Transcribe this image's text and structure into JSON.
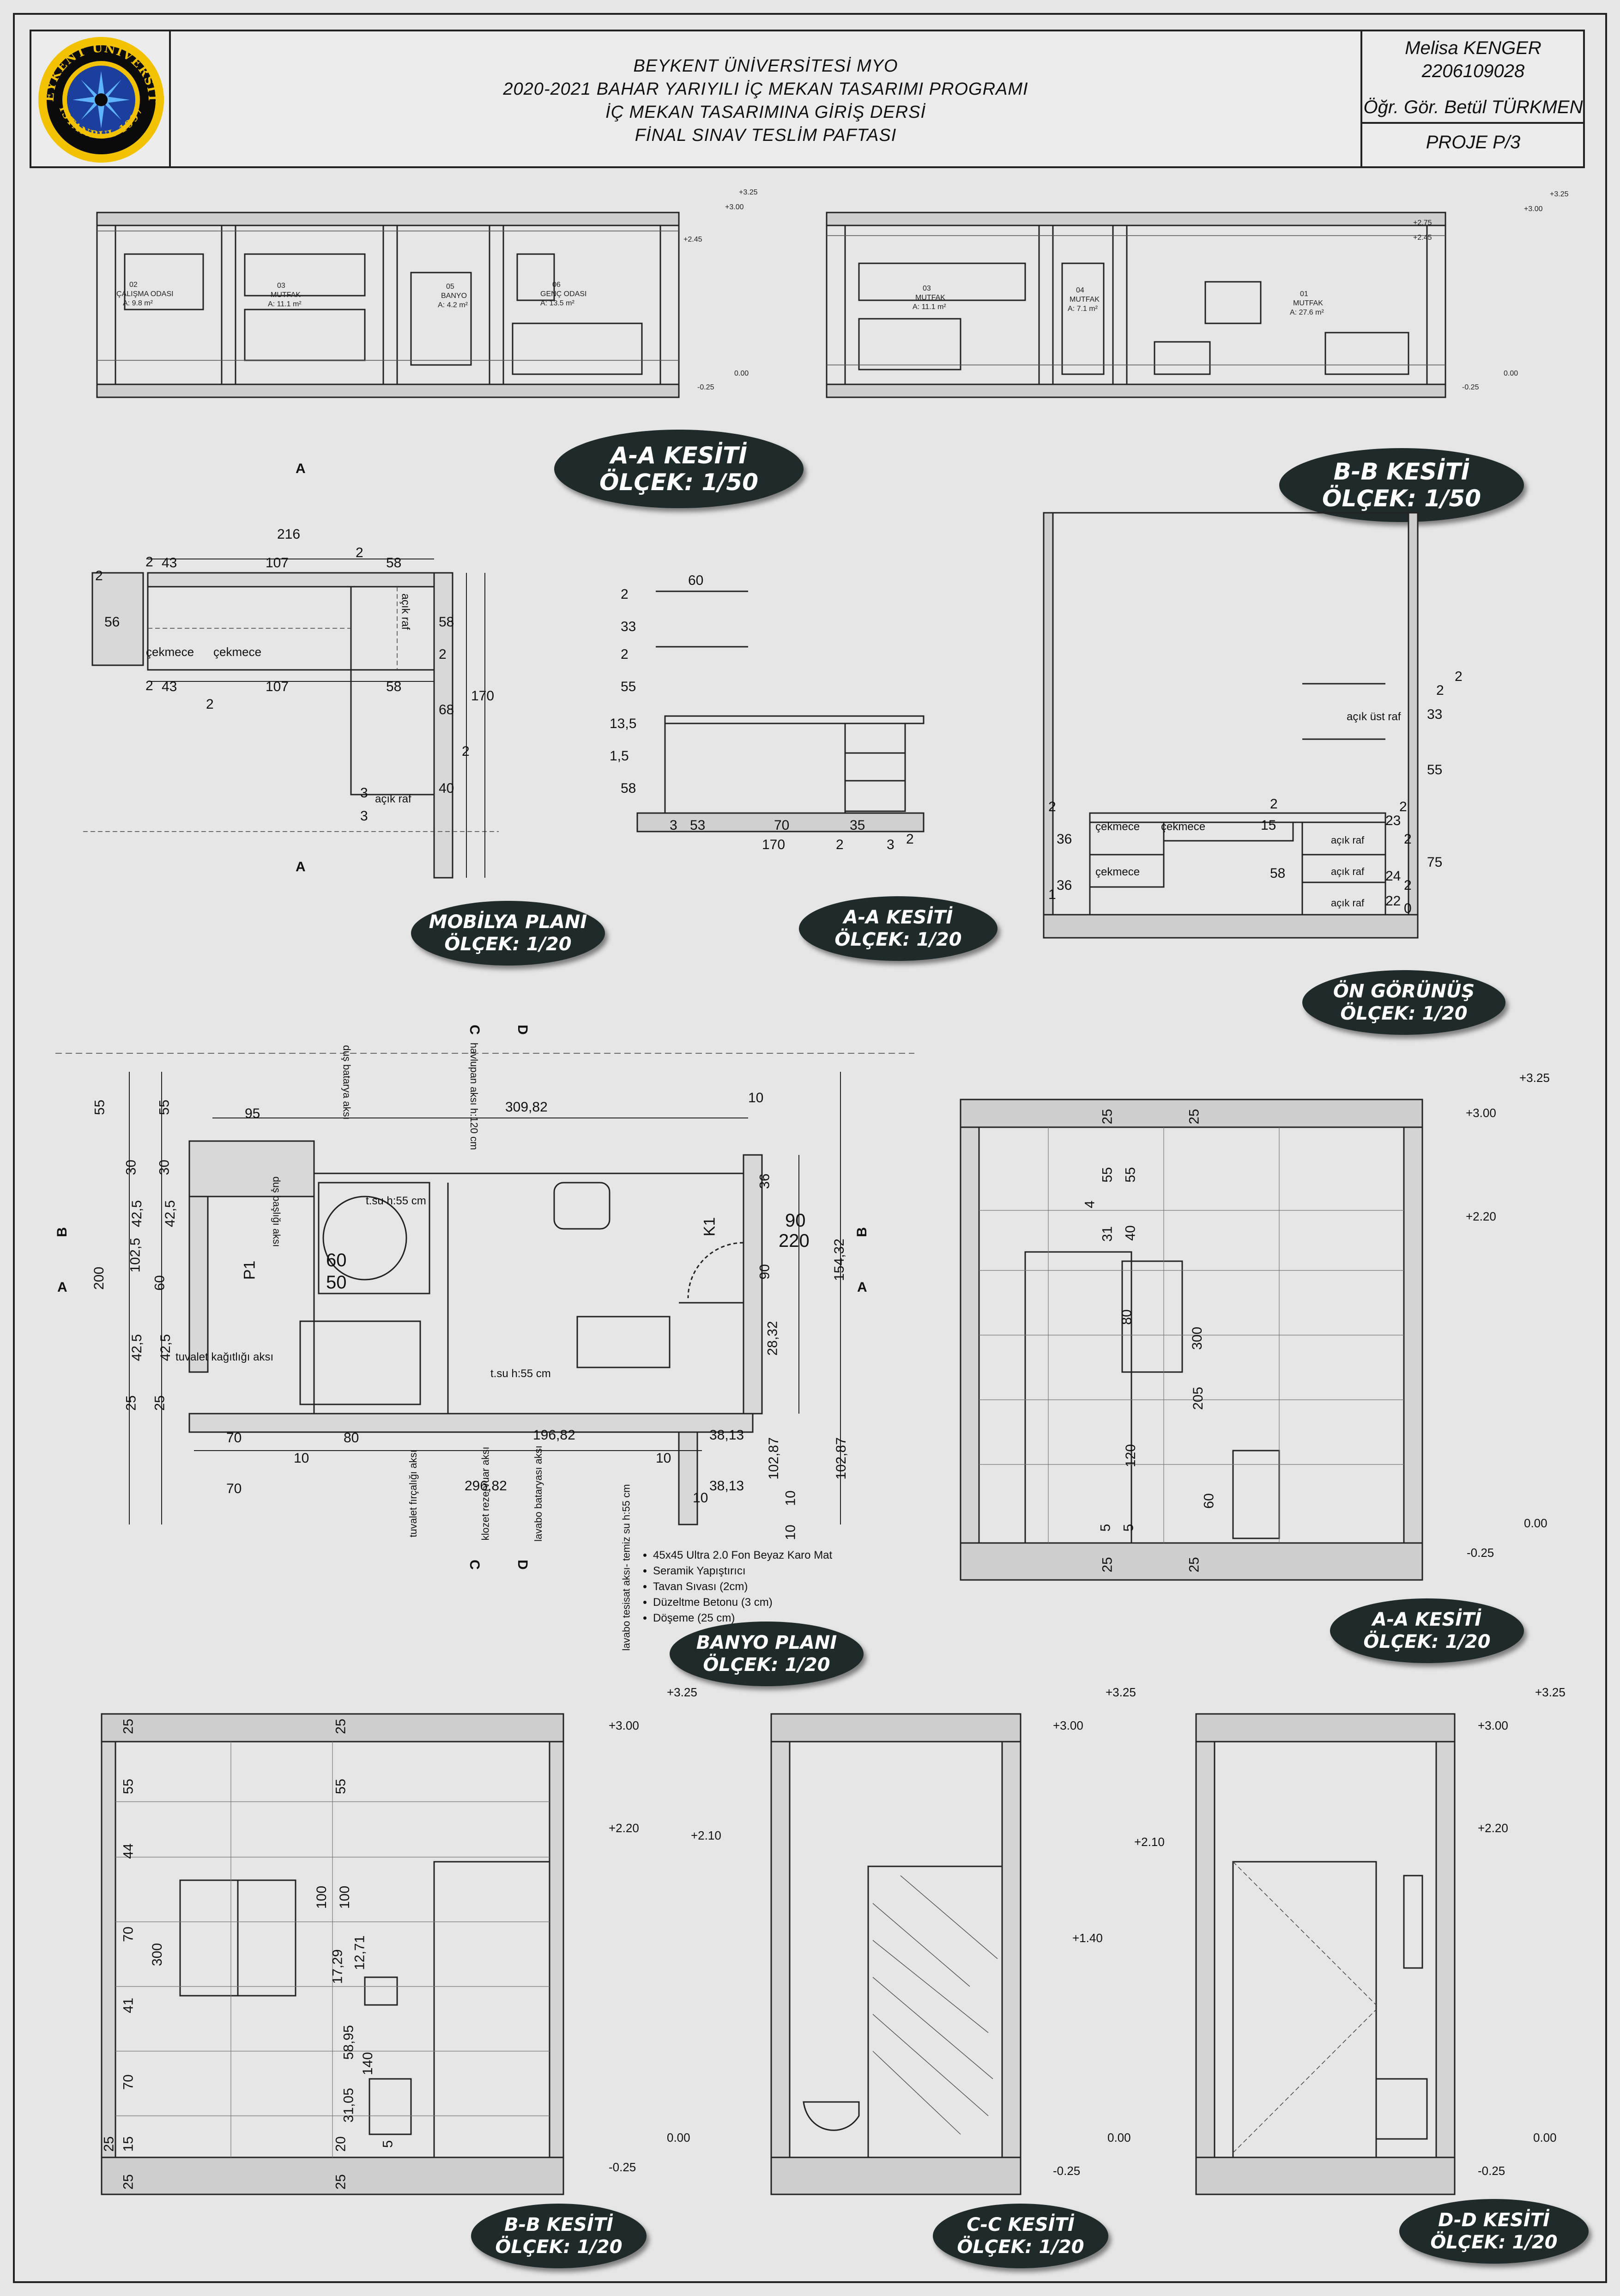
{
  "title_block": {
    "logo": {
      "ring_text": "BEYKENT UNIVERSITY",
      "ring_text_bottom": "ISTANBUL 1997"
    },
    "institution": "BEYKENT ÜNİVERSİTESİ MYO",
    "program": "2020-2021 BAHAR YARIYILI İÇ MEKAN TASARIMI PROGRAMI",
    "course": "İÇ MEKAN TASARIMINA GİRİŞ DERSİ",
    "sheet_type": "FİNAL SINAV TESLİM PAFTASI",
    "student_name": "Melisa KENGER",
    "student_no": "2206109028",
    "instructor": "Öğr. Gör. Betül TÜRKMEN",
    "project_sheet": "PROJE P/3"
  },
  "badges": {
    "aa_main": {
      "line1": "A-A KESİTİ",
      "line2": "ÖLÇEK: 1/50"
    },
    "bb_main": {
      "line1": "B-B KESİTİ",
      "line2": "ÖLÇEK: 1/50"
    },
    "mobilya_plan": {
      "line1": "MOBİLYA PLANI",
      "line2": "ÖLÇEK: 1/20"
    },
    "aa_mobilya": {
      "line1": "A-A KESİTİ",
      "line2": "ÖLÇEK: 1/20"
    },
    "on_gorunus": {
      "line1": "ÖN GÖRÜNÜŞ",
      "line2": "ÖLÇEK: 1/20"
    },
    "banyo_plan": {
      "line1": "BANYO PLANI",
      "line2": "ÖLÇEK: 1/20"
    },
    "aa_banyo": {
      "line1": "A-A KESİTİ",
      "line2": "ÖLÇEK: 1/20"
    },
    "bb_banyo": {
      "line1": "B-B KESİTİ",
      "line2": "ÖLÇEK: 1/20"
    },
    "cc_banyo": {
      "line1": "C-C KESİTİ",
      "line2": "ÖLÇEK: 1/20"
    },
    "dd_banyo": {
      "line1": "D-D KESİTİ",
      "line2": "ÖLÇEK: 1/20"
    }
  },
  "section_aa_small": {
    "levels": [
      "+3.25",
      "+3.00",
      "+2.45",
      "-0.25",
      "0.00"
    ],
    "rooms": [
      {
        "no": "02",
        "name": "ÇALIŞMA ODASI",
        "area": "A: 9.8 m²"
      },
      {
        "no": "03",
        "name": "MUTFAK",
        "area": "A: 11.1 m²"
      },
      {
        "no": "05",
        "name": "BANYO",
        "area": "A: 4.2 m²"
      },
      {
        "no": "06",
        "name": "GENÇ ODASI",
        "area": "A: 13.5 m²"
      }
    ]
  },
  "section_bb_small": {
    "levels": [
      "+3.25",
      "+3.00",
      "+2.75",
      "+2.45",
      "-0.25",
      "0.00"
    ],
    "rooms": [
      {
        "no": "03",
        "name": "MUTFAK",
        "area": "A: 11.1 m²"
      },
      {
        "no": "04",
        "name": "MUTFAK",
        "area": "A: 7.1 m²"
      },
      {
        "no": "01",
        "name": "MUTFAK",
        "area": "A: 27.6 m²"
      }
    ]
  },
  "mobilya_plan": {
    "dims": [
      "216",
      "2",
      "43",
      "107",
      "2",
      "58",
      "2",
      "56",
      "2",
      "43",
      "107",
      "58",
      "2",
      "58",
      "2",
      "68",
      "170",
      "2",
      "40",
      "3",
      "3"
    ],
    "labels": [
      "çekmece",
      "çekmece",
      "açık raf",
      "açık raf"
    ],
    "section_marks": [
      "A",
      "A"
    ]
  },
  "aa_mobilya": {
    "dims": [
      "60",
      "2",
      "33",
      "2",
      "55",
      "13,5",
      "1,5",
      "58",
      "3",
      "53",
      "70",
      "35",
      "170",
      "2",
      "3",
      "2"
    ]
  },
  "on_gorunus": {
    "dims": [
      "2",
      "2",
      "33",
      "55",
      "2",
      "36",
      "36",
      "1",
      "15",
      "2",
      "58",
      "23",
      "2",
      "2",
      "75",
      "24",
      "22",
      "0",
      "2"
    ],
    "labels": [
      "açık üst raf",
      "çekmece",
      "çekmece",
      "çekmece",
      "açık raf",
      "açık raf",
      "açık raf"
    ]
  },
  "banyo_plan": {
    "dims": [
      "95",
      "309,82",
      "10",
      "55",
      "55",
      "30",
      "30",
      "42,5",
      "42,5",
      "102,5",
      "200",
      "60",
      "60",
      "42,5",
      "42,5",
      "25",
      "25",
      "90",
      "220",
      "154,32",
      "28,32",
      "36",
      "90",
      "70",
      "80",
      "196,82",
      "38,13",
      "38,13",
      "102,87",
      "102,87",
      "10",
      "10",
      "10",
      "70",
      "296,82",
      "10",
      "10"
    ],
    "labels": [
      "tuvalet kağıtlığı aksı",
      "t.su h:55 cm",
      "t.su h:55 cm",
      "duş batarya aksı",
      "havlupan aksı h:120 cm",
      "duş başlığı aksı",
      "tuvalet fırçalığı aksı",
      "klozet rezervuar aksı",
      "lavabo bataryası aksı",
      "lavabo tesisat aksı- temiz su h:55 cm",
      "60",
      "50"
    ],
    "tags": [
      "P1",
      "K1"
    ],
    "section_marks": [
      "A",
      "A",
      "B",
      "B",
      "C",
      "C",
      "D",
      "D"
    ],
    "legend": [
      "45x45 Ultra 2.0 Fon Beyaz Karo Mat",
      "Seramik Yapıştırıcı",
      "Tavan Sıvası (2cm)",
      "Düzeltme Betonu (3 cm)",
      "Döşeme (25 cm)"
    ]
  },
  "aa_banyo": {
    "levels": [
      "+3.25",
      "+3.00",
      "+2.20",
      "0.00",
      "-0.25"
    ],
    "dims": [
      "25",
      "25",
      "55",
      "55",
      "40",
      "31",
      "4",
      "80",
      "300",
      "205",
      "120",
      "60",
      "5",
      "5",
      "25",
      "25"
    ]
  },
  "bb_banyo": {
    "levels": [
      "+3.25",
      "+3.00",
      "+2.20",
      "0.00",
      "-0.25"
    ],
    "dims": [
      "25",
      "25",
      "55",
      "55",
      "44",
      "70",
      "300",
      "100",
      "100",
      "41",
      "70",
      "17,29",
      "12,71",
      "58,95",
      "31,05",
      "140",
      "20",
      "25",
      "15",
      "5",
      "25",
      "25"
    ]
  },
  "cc_banyo": {
    "levels": [
      "+3.25",
      "+3.00",
      "+2.10",
      "+2.10",
      "+1.40",
      "0.00",
      "-0.25"
    ]
  },
  "dd_banyo": {
    "levels": [
      "+3.25",
      "+3.00",
      "+2.20",
      "0.00",
      "-0.25"
    ]
  }
}
